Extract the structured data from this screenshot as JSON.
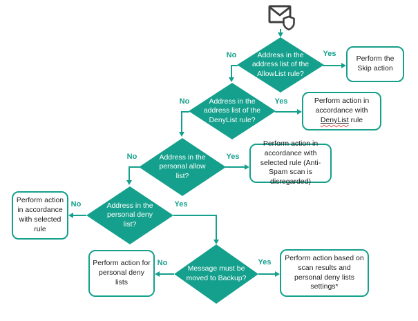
{
  "colors": {
    "accent": "#14a08c",
    "diamond_text": "#ffffff",
    "box_text": "#1c1c1c",
    "icon": "#3f3f3f",
    "link_wavy": "#e0524f"
  },
  "icon": {
    "name": "email-shield-icon"
  },
  "decisions": {
    "allowlist": {
      "label": "Address in the address list of the AllowList rule?"
    },
    "denylist": {
      "label": "Address in the address list of the DenyList rule?"
    },
    "personal_allow": {
      "label": "Address in the personal allow list?"
    },
    "personal_deny": {
      "label": "Address in the personal deny list?"
    },
    "backup": {
      "label": "Message must be moved to Backup?"
    }
  },
  "results": {
    "skip": {
      "label": "Perform the Skip action"
    },
    "denylist_rule": {
      "prefix": "Perform action in accordance with ",
      "link": "DenyList",
      "suffix": " rule"
    },
    "selected_rule_antispam": {
      "label": "Perform action in accordance with selected rule (Anti-Spam scan is disregarded)"
    },
    "selected_rule": {
      "label": "Perform action in accordance with selected rule"
    },
    "personal_deny_action": {
      "label": "Perform action for personal deny lists"
    },
    "scan_results": {
      "label": "Perform action based on scan results and personal deny lists settings*"
    }
  },
  "edge_labels": {
    "allowlist_yes": "Yes",
    "allowlist_no": "No",
    "denylist_yes": "Yes",
    "denylist_no": "No",
    "personal_allow_yes": "Yes",
    "personal_allow_no": "No",
    "personal_deny_yes": "Yes",
    "personal_deny_no": "No",
    "backup_yes": "Yes",
    "backup_no": "No"
  }
}
